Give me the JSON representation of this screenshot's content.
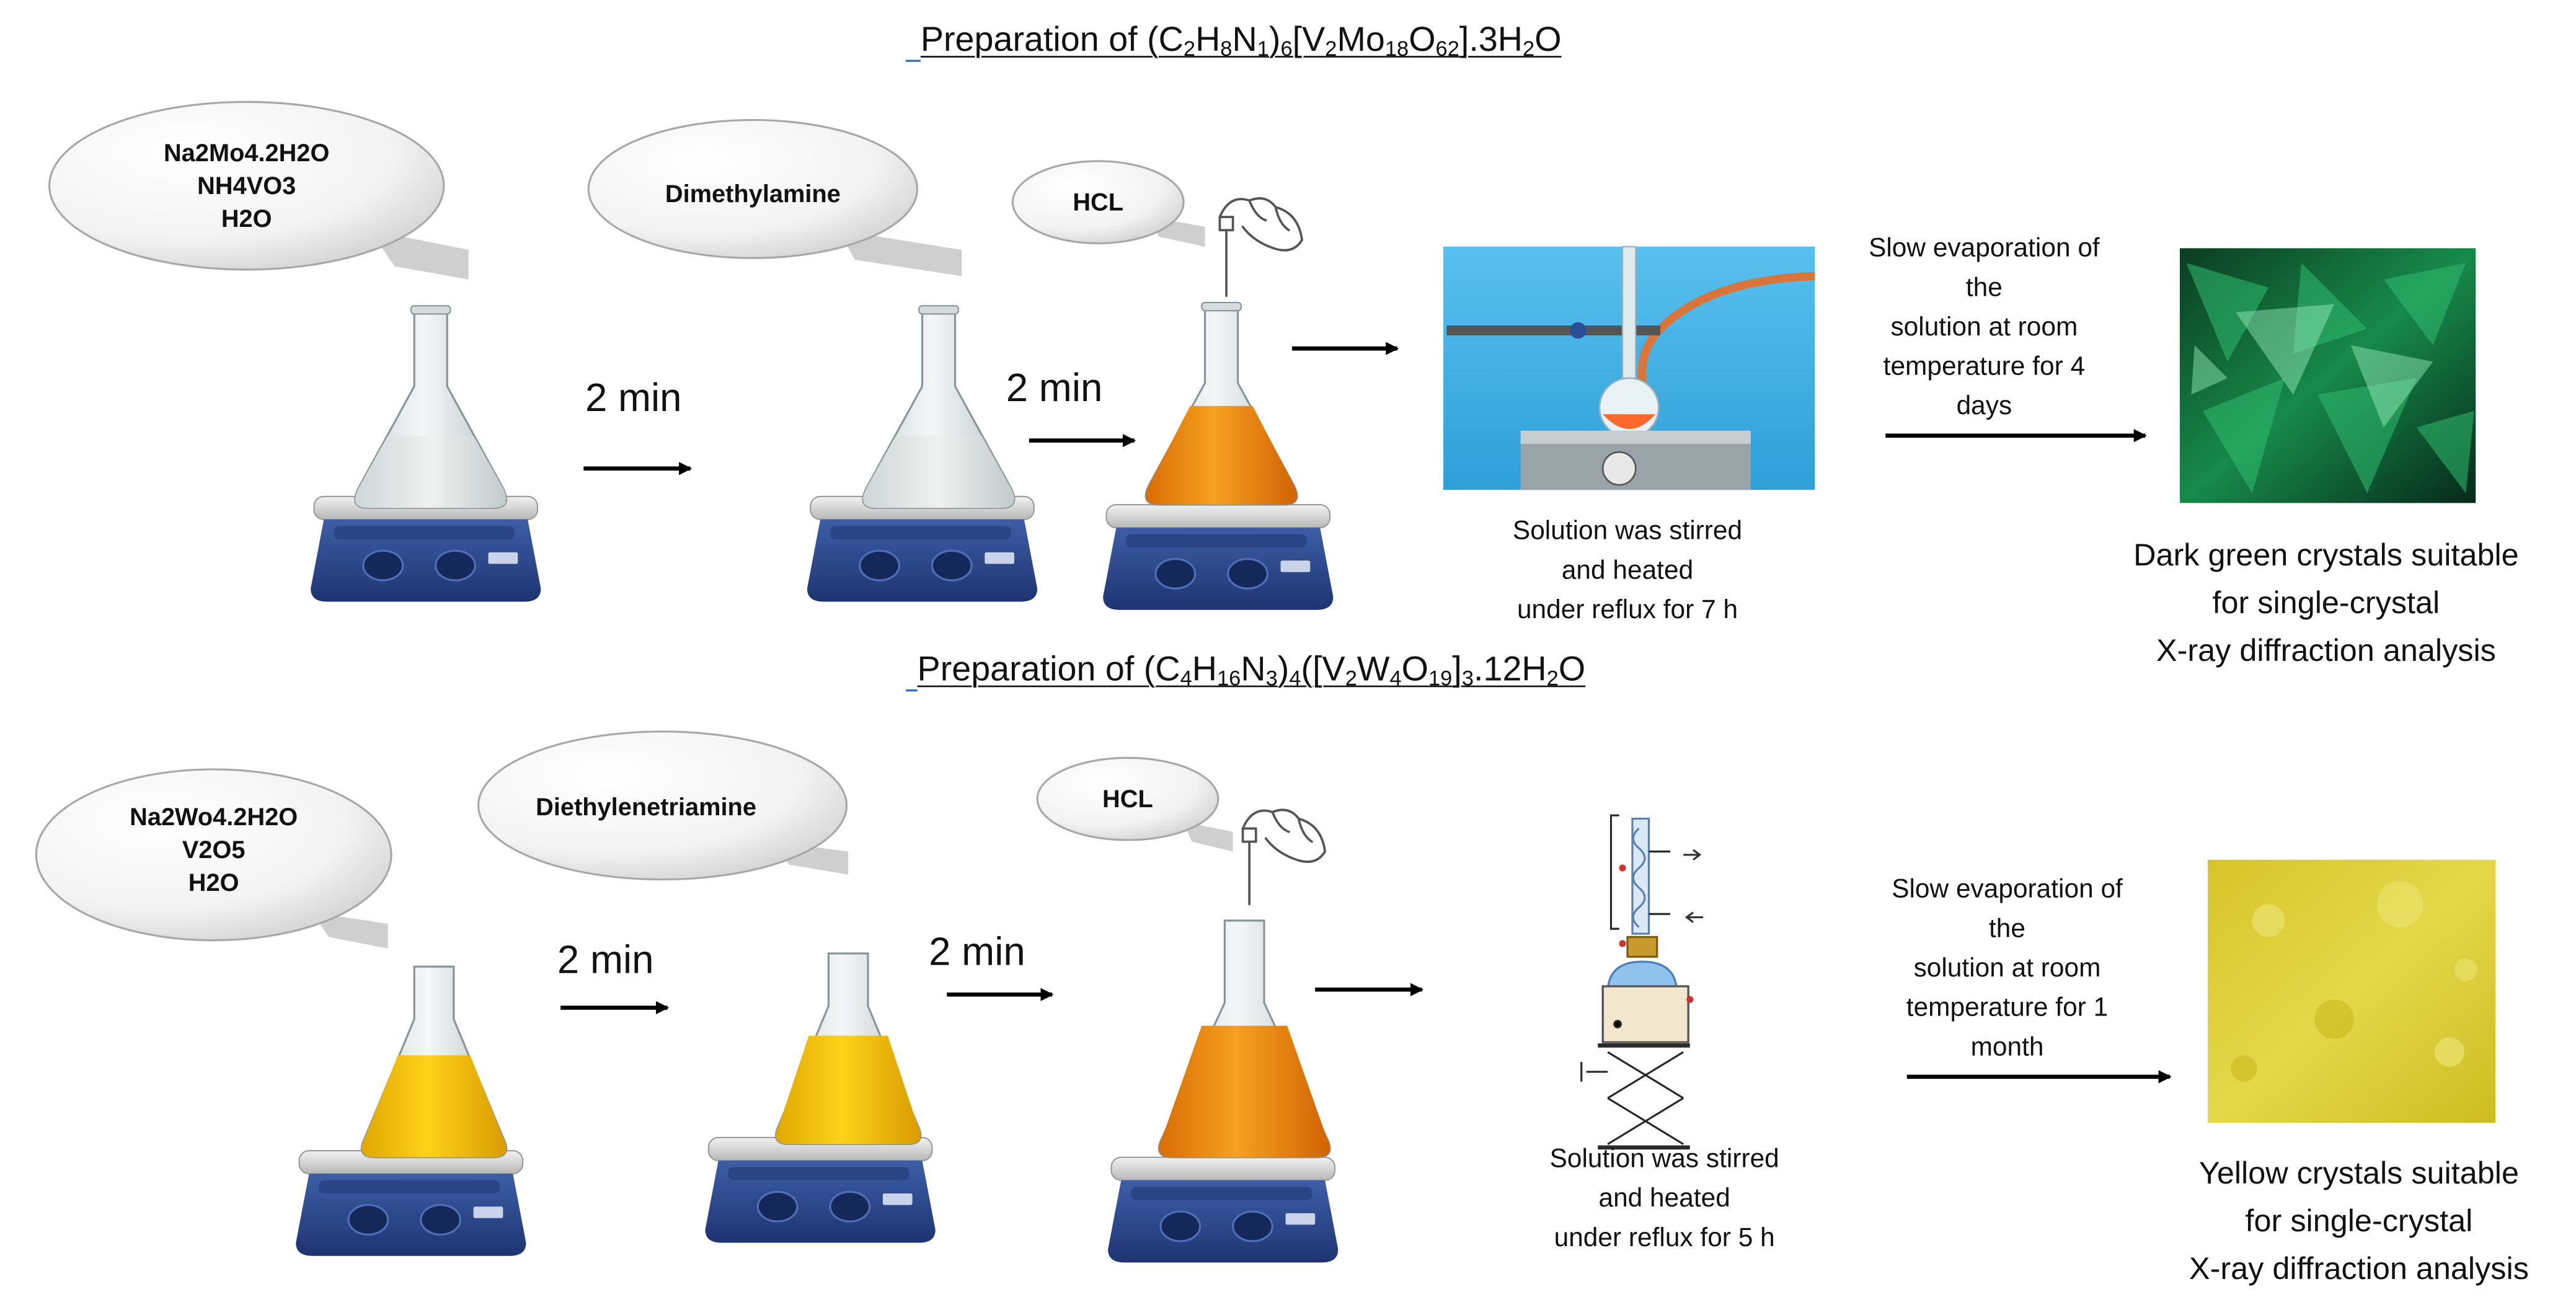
{
  "colors": {
    "orange": "#f08a0a",
    "yellow": "#f2c315",
    "hotplate_blue": "#2c4a8e",
    "green_crystal": "#0f6b3b",
    "yellow_crystal": "#d8cc2e",
    "sky": "#48b4e8"
  },
  "icons": [
    "erlenmeyer-flask-icon",
    "hotplate-stirrer-icon",
    "dropper-hand-icon",
    "reflux-apparatus-icon",
    "crystal-photo"
  ],
  "section1": {
    "title_parts": [
      "Preparation of (C",
      "2",
      "H",
      "8",
      "N",
      "1",
      ")",
      "6",
      "[V",
      "2",
      "Mo",
      "18",
      "O",
      "62",
      "].3H",
      "2",
      "O"
    ],
    "reagents_bubble": [
      "Na2Mo4.2H2O",
      "NH4VO3",
      "H2O"
    ],
    "amine_bubble": "Dimethylamine",
    "acid_bubble": "HCL",
    "time1": "2 min",
    "time2": "2 min",
    "reflux_caption": [
      "Solution was stirred",
      "and heated",
      "under reflux for 7 h"
    ],
    "evaporation": [
      "Slow evaporation of",
      "the",
      "solution  at room",
      "temperature for 4",
      "days"
    ],
    "result": [
      "Dark green crystals suitable",
      "for single-crystal",
      "X-ray diffraction analysis"
    ]
  },
  "section2": {
    "title_parts": [
      "Preparation of (C",
      "4",
      "H",
      "16",
      "N",
      "3",
      ")",
      "4",
      "([V",
      "2",
      "W",
      "4",
      "O",
      "19",
      "]",
      "3",
      ".12H",
      "2",
      "O"
    ],
    "reagents_bubble": [
      "Na2Wo4.2H2O",
      "V2O5",
      "H2O"
    ],
    "amine_bubble": "Diethylenetriamine",
    "acid_bubble": "HCL",
    "time1": "2 min",
    "time2": "2 min",
    "reflux_caption": [
      "Solution was stirred",
      "and heated",
      "under reflux for 5 h"
    ],
    "evaporation": [
      "Slow evaporation of",
      "the",
      "solution  at room",
      "temperature for 1",
      "month"
    ],
    "result": [
      "Yellow crystals suitable",
      "for single-crystal",
      "X-ray diffraction analysis"
    ]
  }
}
